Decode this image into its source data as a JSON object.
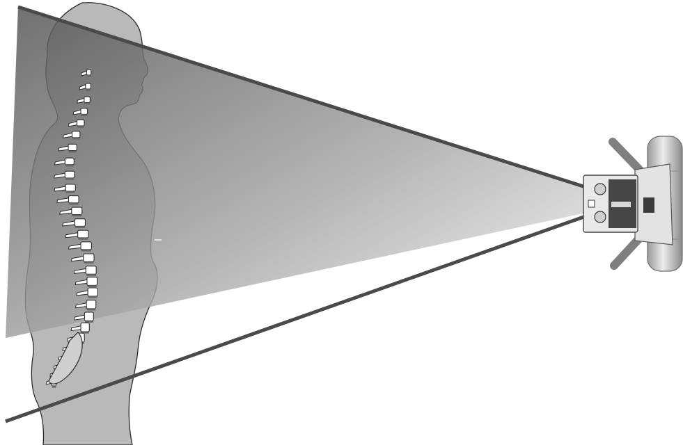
{
  "diagram": {
    "subject": "human-silhouette-with-spine",
    "device": "x-ray-tube-head",
    "beam": "x-ray-beam-cone",
    "vertebrae_count": 28
  },
  "colors": {
    "background": "#ffffff",
    "body_fill": "#b9b9b9",
    "outline": "#2b2b2b",
    "beam_dark": "#555555",
    "beam_light": "#f4f4f4",
    "beam_edge": "#4a4a4a",
    "device_body": "#e6e6e6",
    "device_dark": "#3a3a3a",
    "device_arm": "#888888"
  }
}
